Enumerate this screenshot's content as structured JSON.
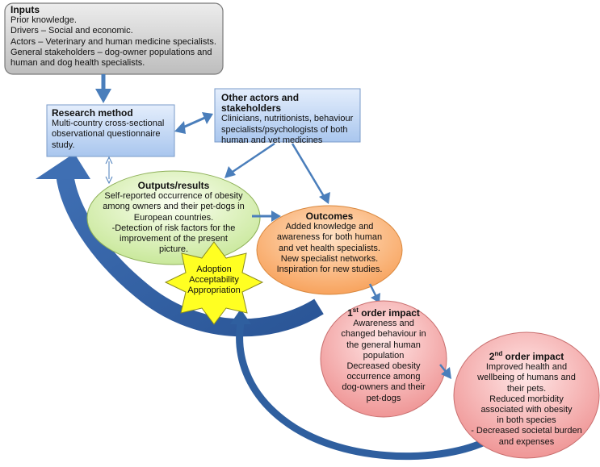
{
  "inputs": {
    "title": "Inputs",
    "lines": [
      "Prior knowledge.",
      "Drivers – Social and economic.",
      "Actors – Veterinary and human medicine specialists.",
      "General stakeholders – dog-owner populations and",
      "human and dog health specialists."
    ]
  },
  "research_method": {
    "title": "Research method",
    "lines": [
      "Multi-country cross-sectional",
      "observational questionnaire",
      "study."
    ]
  },
  "other_actors": {
    "title": "Other actors  and stakeholders",
    "lines": [
      "Clinicians, nutritionists, behaviour",
      "specialists/psychologists of both",
      "human and vet medicines"
    ]
  },
  "outputs": {
    "title": "Outputs/results",
    "lines": [
      "Self-reported occurrence of obesity",
      "among owners and their pet-dogs in",
      "European countries.",
      "-Detection of risk factors for the",
      "improvement of the present",
      "picture."
    ]
  },
  "outcomes": {
    "title": "Outcomes",
    "lines": [
      "Added knowledge  and",
      "awareness for both human",
      "and vet health specialists.",
      "New specialist networks.",
      "Inspiration for new studies."
    ]
  },
  "adoption": {
    "lines": [
      "Adoption",
      "Acceptability",
      "Appropriation"
    ]
  },
  "first_impact": {
    "title_num": "1",
    "title_sup": "st",
    "title_rest": " order impact",
    "lines": [
      "Awareness and",
      "changed behaviour in",
      "the general human",
      "population",
      "Decreased obesity",
      "occurrence among",
      "dog-owners and their",
      "pet-dogs"
    ]
  },
  "second_impact": {
    "title_num": "2",
    "title_sup": "nd",
    "title_rest": " order impact",
    "lines": [
      "Improved health and",
      "wellbeing of  humans and",
      "their pets.",
      "Reduced morbidity",
      "associated with obesity",
      "in both species",
      "- Decreased societal burden",
      "and expenses"
    ]
  },
  "colors": {
    "arrow": "#4a7ebb",
    "inputs_fill": "#d4d4d4",
    "blue_box": "#c6daf5",
    "green": "#e0f2c0",
    "orange": "#fbbf8a",
    "red": "#f4b3b3",
    "star": "#ffff22"
  }
}
